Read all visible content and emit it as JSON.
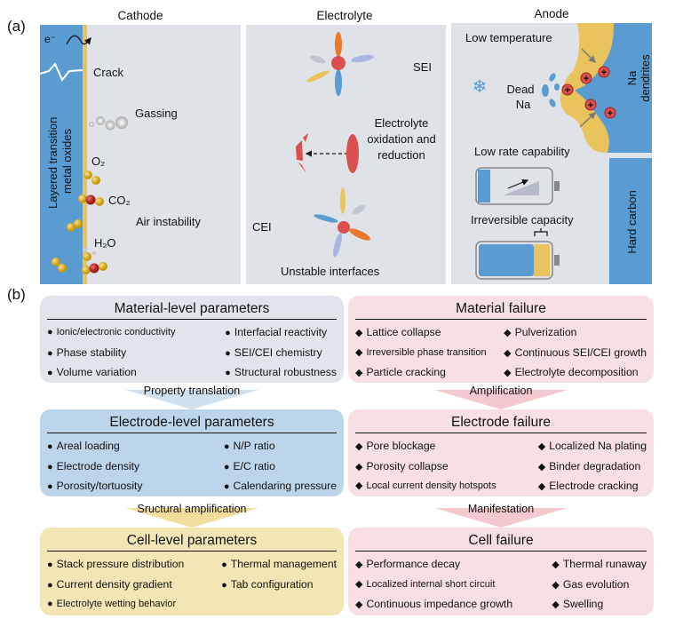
{
  "panel_a": {
    "label": "(a)",
    "cathode": {
      "title": "Cathode",
      "electron": "e⁻",
      "layer_label_1": "Layered transition",
      "layer_label_2": "metal oxides",
      "crack": "Crack",
      "gassing": "Gassing",
      "o2": "O₂",
      "co2": "CO₂",
      "air": "Air instability",
      "h2o": "H₂O"
    },
    "electrolyte": {
      "title": "Electrolyte",
      "sei": "SEI",
      "redox_1": "Electrolyte",
      "redox_2": "oxidation and",
      "redox_3": "reduction",
      "cei": "CEI",
      "unstable": "Unstable interfaces"
    },
    "anode": {
      "title": "Anode",
      "low_temp": "Low temperature",
      "dead_na_1": "Dead",
      "dead_na_2": "Na",
      "dendrites_1": "Na",
      "dendrites_2": "dendrites",
      "low_rate": "Low rate capability",
      "irreversible": "Irreversible capacity",
      "hard_carbon": "Hard carbon"
    }
  },
  "panel_b": {
    "label": "(b)",
    "left": [
      {
        "title": "Material-level parameters",
        "color": "#e1e5eb",
        "items": [
          "Ionic/electronic conductivity",
          "Interfacial reactivity",
          "Phase stability",
          "SEI/CEI chemistry",
          "Volume variation",
          "Structural robustness"
        ]
      },
      {
        "title": "Electrode-level parameters",
        "color": "#bcd5ea",
        "items": [
          "Areal loading",
          "N/P ratio",
          "Electrode density",
          "E/C ratio",
          "Porosity/tortuosity",
          "Calendaring pressure"
        ]
      },
      {
        "title": "Cell-level parameters",
        "color": "#f4e5b4",
        "items": [
          "Stack pressure distribution",
          "Thermal management",
          "Current density gradient",
          "Tab configuration",
          "Electrolyte wetting behavior",
          ""
        ]
      }
    ],
    "right": [
      {
        "title": "Material failure",
        "color": "#f8dfe2",
        "items": [
          "Lattice collapse",
          "Pulverization",
          "Irreversible phase transition",
          "Continuous SEI/CEI growth",
          "Particle cracking",
          "Electrolyte decomposition"
        ]
      },
      {
        "title": "Electrode failure",
        "color": "#f8dfe2",
        "items": [
          "Pore blockage",
          "Localized Na plating",
          "Porosity collapse",
          "Binder degradation",
          "Local current density hotspots",
          "Electrode cracking"
        ]
      },
      {
        "title": "Cell failure",
        "color": "#f8dfe2",
        "items": [
          "Performance decay",
          "Thermal runaway",
          "Localized internal short circuit",
          "Gas evolution",
          "Continuous impedance growth",
          "Swelling"
        ]
      }
    ],
    "left_arrows": [
      "Property translation",
      "Sructural amplification"
    ],
    "right_arrows": [
      "Amplification",
      "Manifestation"
    ],
    "left_bullet": "●",
    "right_bullet": "◆"
  },
  "colors": {
    "panel_bg": "#dfe3e8",
    "blue": "#5a9bd1",
    "yellow": "#e9c35b",
    "red": "#d9504e",
    "orange": "#e9782c"
  }
}
